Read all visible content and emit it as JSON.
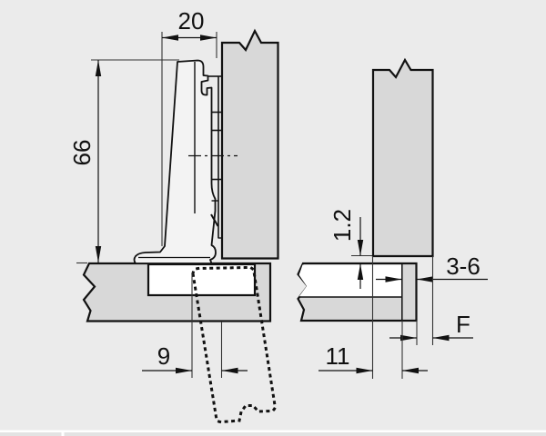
{
  "figure": {
    "type": "technical-drawing",
    "subject": "concealed-hinge-installation-cross-sections",
    "views": [
      {
        "id": "left",
        "description": "hinge-on-cabinet-side-section"
      },
      {
        "id": "right",
        "description": "door-to-panel-clearance-section"
      }
    ]
  },
  "dimensions": {
    "d20": "20",
    "d66": "66",
    "d9": "9",
    "d1_2": "1.2",
    "d3_6": "3-6",
    "dF": "F",
    "d11": "11"
  },
  "colors": {
    "background": "#ebebeb",
    "panel_fill": "#d8d8d8",
    "hinge_fill": "#f3f3f3",
    "recess_fill": "#ffffff",
    "line": "#111111",
    "footer_strip": "#e3e3e3"
  }
}
